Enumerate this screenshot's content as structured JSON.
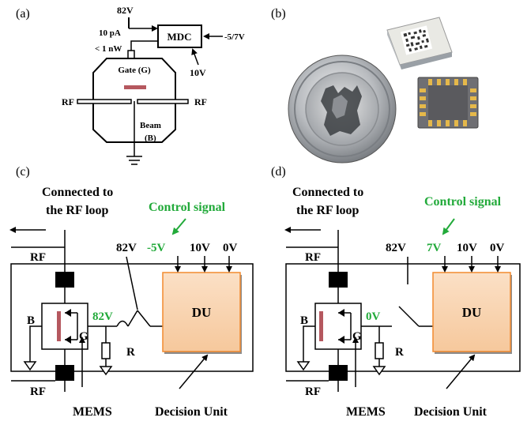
{
  "colors": {
    "green": "#22aa3a",
    "orange_fill": "#f9d3b0",
    "orange_stroke": "#f28a2e",
    "red_beam": "#b5585f",
    "shadow": "#8c8c8c"
  },
  "panel_a": {
    "label": "(a)",
    "v82": "82V",
    "current": "10 pA",
    "power": "< 1 nW",
    "mdc": "MDC",
    "control": "-5/7V",
    "v10": "10V",
    "gate": "Gate (G)",
    "rf_left": "RF",
    "rf_right": "RF",
    "beam": "Beam",
    "beam_b": "(B)"
  },
  "panel_b": {
    "label": "(b)",
    "coin_icon": "coin-photo",
    "package_icon": "mems-package-photo",
    "chip_icon": "qfn-chip-photo"
  },
  "panel_c": {
    "label": "(c)",
    "connected_line1": "Connected to",
    "connected_line2": "the RF loop",
    "control_signal": "Control signal",
    "v82": "82V",
    "ctrl_value": "-5V",
    "v10": "10V",
    "v0": "0V",
    "rf_top": "RF",
    "rf_bottom": "RF",
    "b": "B",
    "g": "G",
    "gate_value": "82V",
    "r": "R",
    "du": "DU",
    "mems": "MEMS",
    "decision_unit": "Decision Unit"
  },
  "panel_d": {
    "label": "(d)",
    "connected_line1": "Connected to",
    "connected_line2": "the RF loop",
    "control_signal": "Control signal",
    "v82": "82V",
    "ctrl_value": "7V",
    "v10": "10V",
    "v0": "0V",
    "rf_top": "RF",
    "rf_bottom": "RF",
    "b": "B",
    "g": "G",
    "gate_value": "0V",
    "r": "R",
    "du": "DU",
    "mems": "MEMS",
    "decision_unit": "Decision Unit"
  }
}
